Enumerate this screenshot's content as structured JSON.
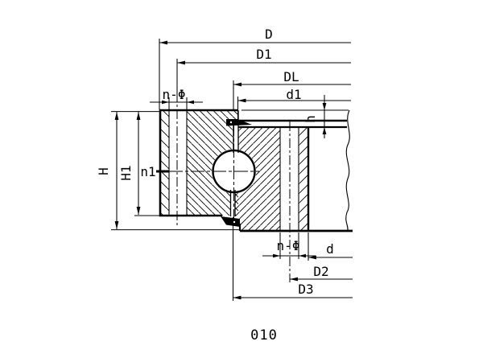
{
  "figure": {
    "code": "010",
    "labels": {
      "D": "D",
      "D1": "D1",
      "DL": "DL",
      "d1": "d1",
      "n_phi_top": "n-Φ",
      "H": "H",
      "H1": "H1",
      "n1": "n1",
      "h": "h",
      "n_phi_bottom": "n-Φ",
      "d": "d",
      "D2": "D2",
      "D3": "D3"
    },
    "colors": {
      "line": "#000000",
      "background": "#ffffff"
    }
  }
}
